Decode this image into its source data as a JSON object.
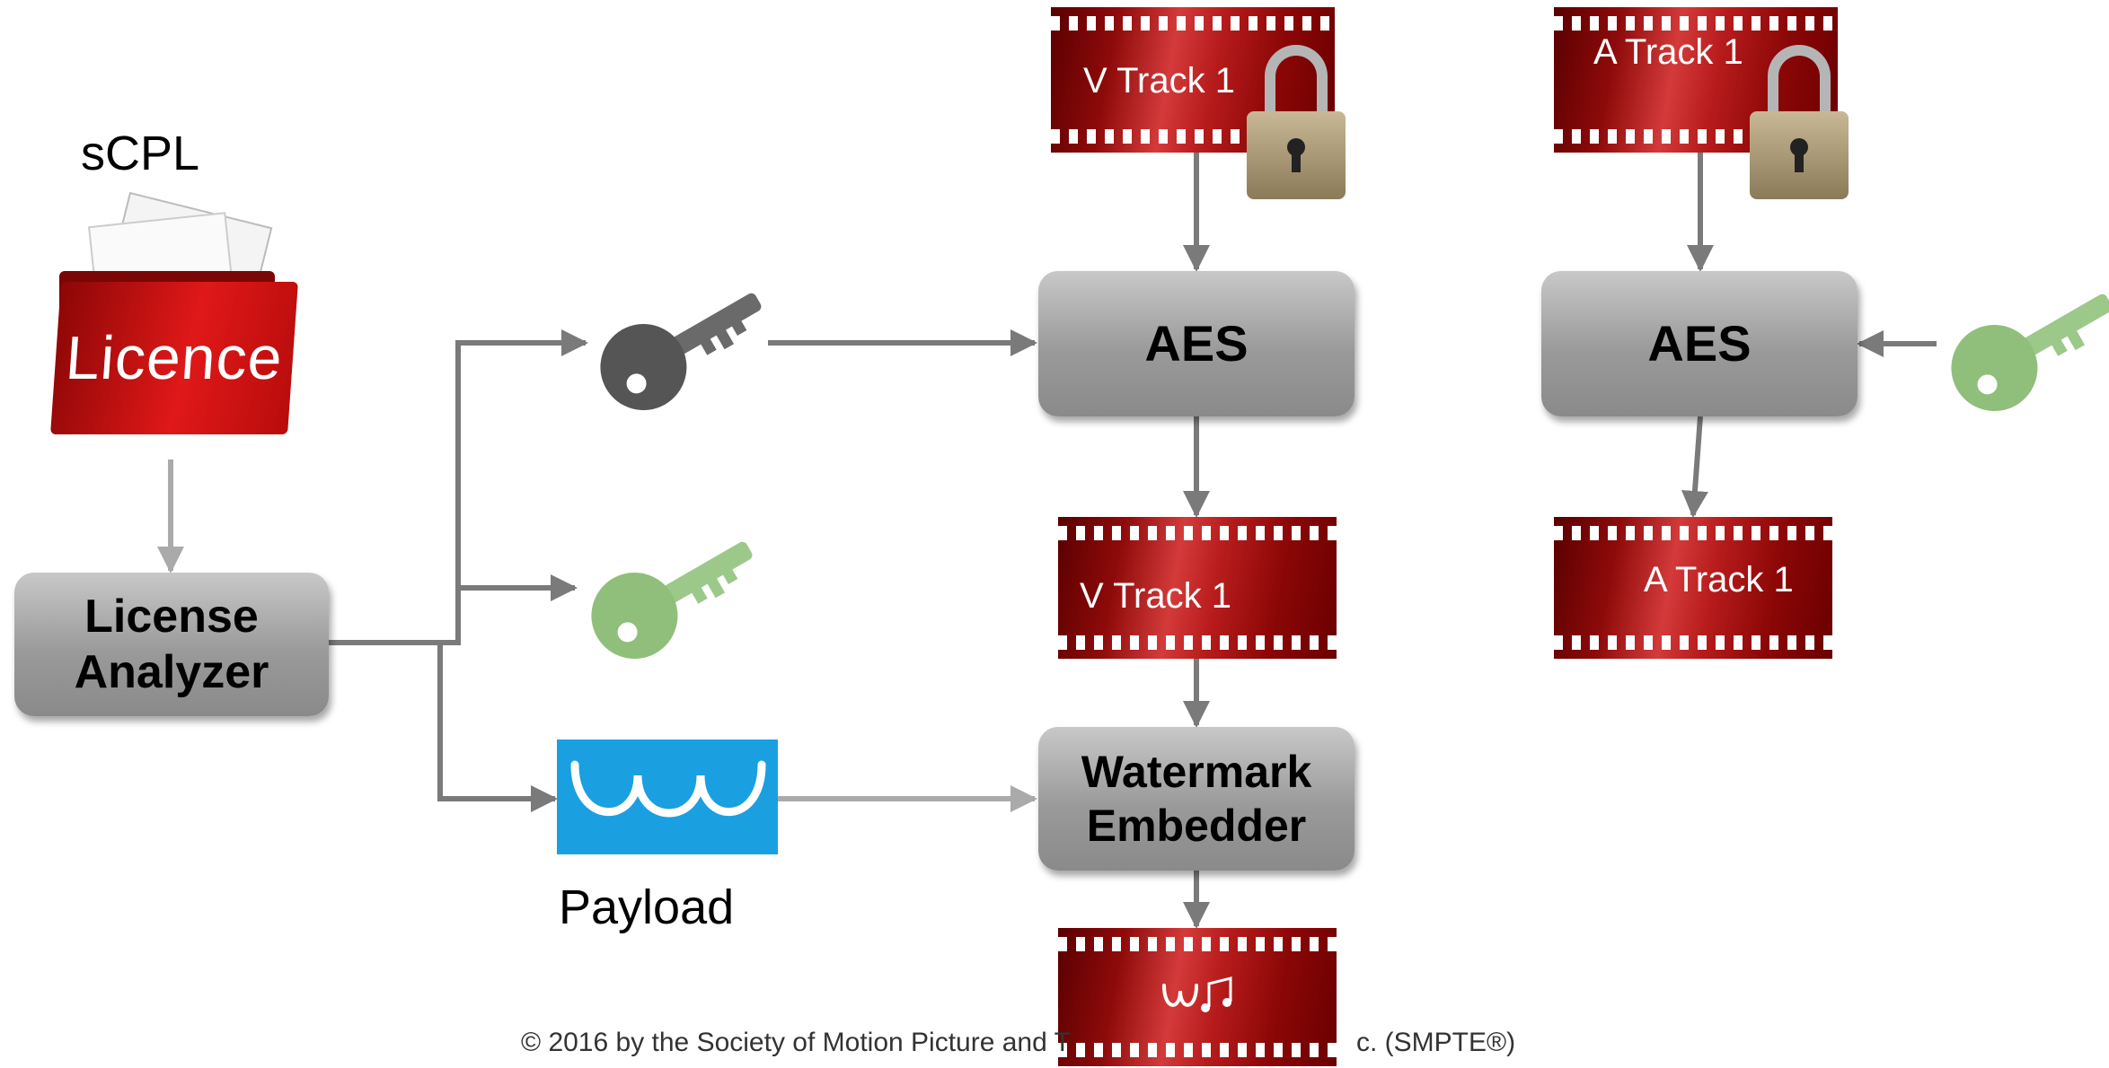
{
  "scpl_label": "sCPL",
  "licence_folder_text": "Licence",
  "license_analyzer": {
    "line1": "License",
    "line2": "Analyzer"
  },
  "aes_video": "AES",
  "aes_audio": "AES",
  "watermark_embedder": {
    "line1": "Watermark",
    "line2": "Embedder"
  },
  "payload_label": "Payload",
  "tracks": {
    "v_encrypted": "V Track 1",
    "a_encrypted": "A Track 1",
    "v_decrypted": "V Track 1",
    "a_decrypted": "A Track 1"
  },
  "copyright": "© 2016 by the Society of Motion Picture and T",
  "copyright_tail": "c. (SMPTE®)",
  "colors": {
    "arrow_dark": "#7a7a7a",
    "arrow_light": "#aaaaaa",
    "film_red": "#b81c1c",
    "key_grey": "#555555",
    "key_green": "#8fbf7a",
    "payload_blue": "#1aa0e0"
  }
}
